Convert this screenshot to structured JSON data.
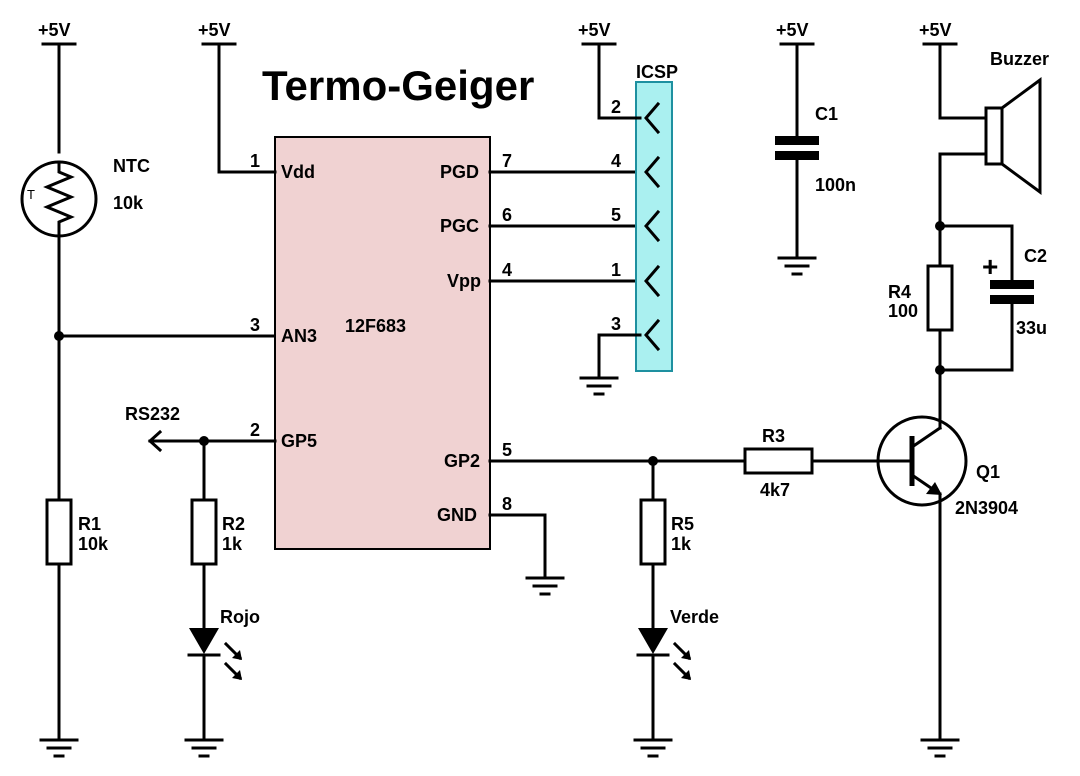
{
  "title": "Termo-Geiger",
  "supply_label": "+5V",
  "ic": {
    "part": "12F683",
    "pins": [
      {
        "num": "1",
        "name": "Vdd"
      },
      {
        "num": "3",
        "name": "AN3"
      },
      {
        "num": "2",
        "name": "GP5"
      },
      {
        "num": "7",
        "name": "PGD"
      },
      {
        "num": "6",
        "name": "PGC"
      },
      {
        "num": "4",
        "name": "Vpp"
      },
      {
        "num": "5",
        "name": "GP2"
      },
      {
        "num": "8",
        "name": "GND"
      }
    ]
  },
  "icsp": {
    "label": "ICSP",
    "pins": [
      "2",
      "4",
      "5",
      "1",
      "3"
    ],
    "fill": "#aaf0f0",
    "stroke": "#1e90a0"
  },
  "ic_fill": "#f0d2d2",
  "components": {
    "ntc": {
      "ref": "NTC",
      "value": "10k",
      "symbol": "T"
    },
    "r1": {
      "ref": "R1",
      "value": "10k"
    },
    "r2": {
      "ref": "R2",
      "value": "1k"
    },
    "r3": {
      "ref": "R3",
      "value": "4k7"
    },
    "r4": {
      "ref": "R4",
      "value": "100"
    },
    "r5": {
      "ref": "R5",
      "value": "1k"
    },
    "c1": {
      "ref": "C1",
      "value": "100n"
    },
    "c2": {
      "ref": "C2",
      "value": "33u",
      "polarity": "+"
    },
    "q1": {
      "ref": "Q1",
      "value": "2N3904"
    },
    "buzzer": {
      "ref": "Buzzer"
    },
    "led_red": {
      "label": "Rojo"
    },
    "led_green": {
      "label": "Verde"
    }
  },
  "net_labels": {
    "rs232": "RS232"
  }
}
